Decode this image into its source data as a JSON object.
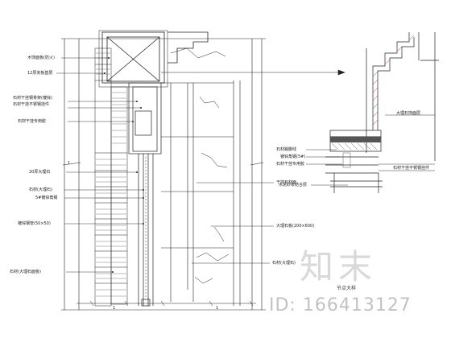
{
  "drawing": {
    "left_labels": [
      "木饰面板(防火)",
      "12厚夹板基层",
      "石材干挂钢骨架(镀锌)",
      "石材干挂不锈钢挂件",
      "石材干挂专用胶",
      "20厚大理石",
      "石材(大理石)",
      "5#镀锌角钢",
      "镀锌钢管(50×50)",
      "石材(大理石面板)"
    ],
    "mid_labels": [
      "干挂石材面",
      "大理石板(200×600)",
      "石材(大理石)"
    ],
    "detail_labels": [
      "大理石饰面层",
      "石材踢脚线",
      "镀锌角钢(5#)",
      "石材干挂专用胶",
      "石材干挂不锈钢挂件",
      "水泥砂浆结合层"
    ],
    "detail_title": "节点大样",
    "dim_left": "1",
    "dim_bottom_a": "1",
    "dim_bottom_b": "1"
  },
  "watermark": {
    "logo_text": "知末",
    "id_text": "ID: 166413127"
  }
}
